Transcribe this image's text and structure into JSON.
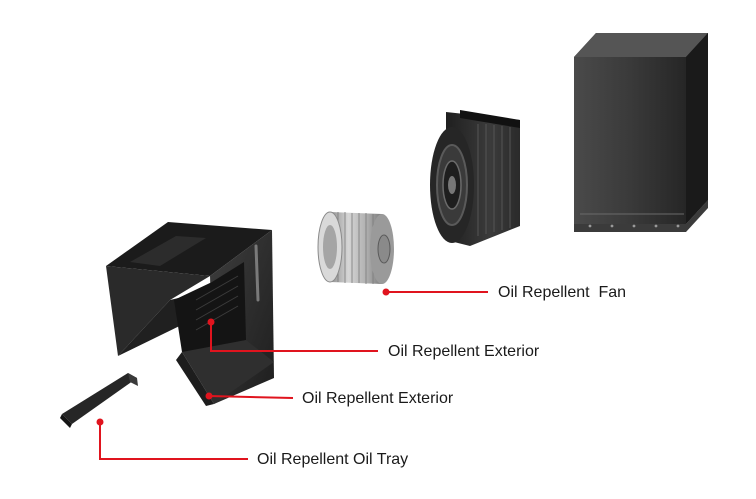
{
  "callouts": [
    {
      "id": "fan",
      "label": "Oil Repellent  Fan"
    },
    {
      "id": "exterior_upper",
      "label": "Oil Repellent Exterior"
    },
    {
      "id": "exterior_lower",
      "label": "Oil Repellent Exterior"
    },
    {
      "id": "oil_tray",
      "label": "Oil Repellent Oil Tray"
    }
  ],
  "colors": {
    "leader_line": "#e0141e",
    "body_dark": "#2b2b2b",
    "body_mid": "#3a3a3a",
    "fan_wheel": "#b9b9b9",
    "background": "#ffffff"
  }
}
